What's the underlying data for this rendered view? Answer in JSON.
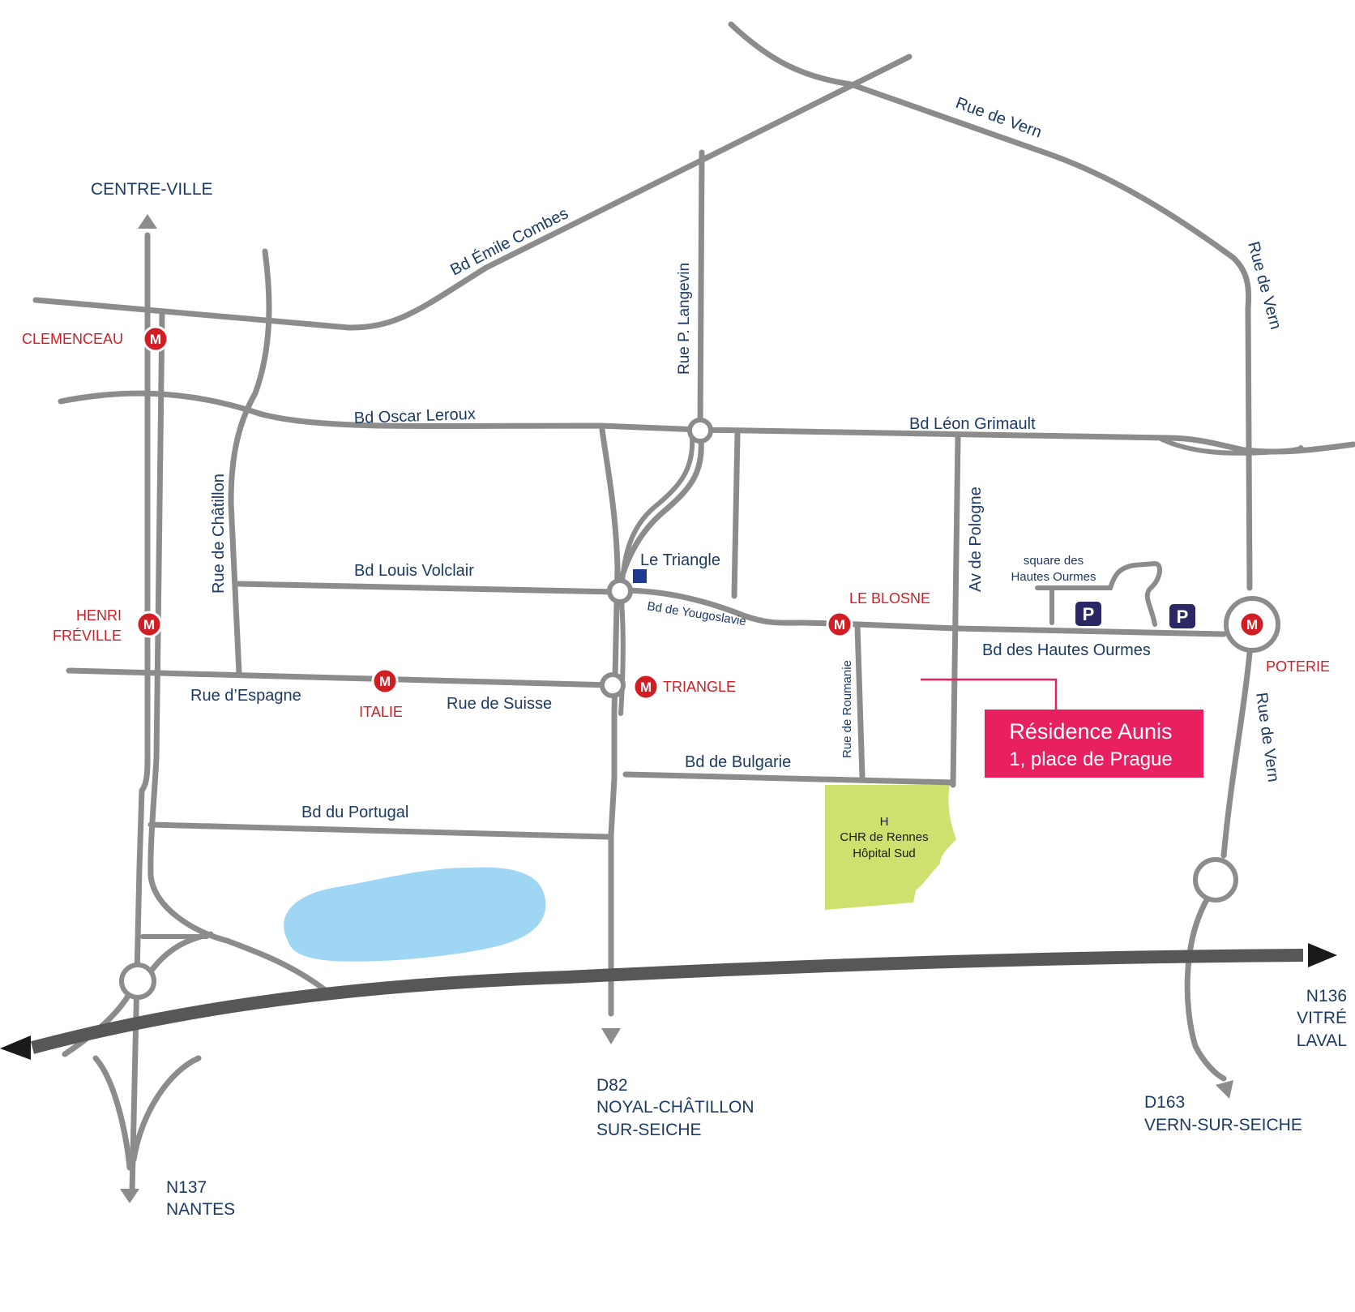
{
  "colors": {
    "road": "#8c8c8c",
    "highway": "#575757",
    "metro": "#d11e24",
    "label": "#1d3a63",
    "parking": "#2a2865",
    "residence": "#e8205f",
    "hospital": "#cfe06e",
    "lake": "#9fd6f4",
    "landmark": "#1d3a8f"
  },
  "streets": {
    "bd_emile_combes": "Bd Émile Combes",
    "rue_de_vern_top": "Rue de Vern",
    "rue_de_vern_right": "Rue de Vern",
    "rue_de_vern_lower": "Rue de Vern",
    "rue_p_langevin": "Rue P. Langevin",
    "bd_oscar_leroux": "Bd Oscar Leroux",
    "bd_leon_grimault": "Bd Léon Grimault",
    "rue_de_chatillon": "Rue de Châtillon",
    "bd_louis_volclair": "Bd Louis Volclair",
    "bd_de_yougoslavie": "Bd de Yougoslavie",
    "av_de_pologne": "Av de Pologne",
    "square_line1": "square des",
    "square_line2": "Hautes Ourmes",
    "bd_des_hautes_ourmes": "Bd des Hautes Ourmes",
    "rue_d_espagne": "Rue d’Espagne",
    "rue_de_suisse": "Rue de Suisse",
    "rue_de_roumanie": "Rue de Roumanie",
    "bd_de_bulgarie": "Bd de Bulgarie",
    "bd_du_portugal": "Bd du Portugal"
  },
  "landmarks": {
    "le_triangle": "Le Triangle"
  },
  "metro": {
    "symbol": "M",
    "clemenceau": "CLEMENCEAU",
    "henri_line1": "HENRI",
    "henri_line2": "FRÉVILLE",
    "italie": "ITALIE",
    "triangle": "TRIANGLE",
    "le_blosne": "LE BLOSNE",
    "poterie": "POTERIE"
  },
  "parking": {
    "symbol": "P"
  },
  "directions": {
    "centre_ville": "CENTRE-VILLE",
    "n137_line1": "N137",
    "n137_line2": "NANTES",
    "d82_line1": "D82",
    "d82_line2": "NOYAL-CHÂTILLON",
    "d82_line3": "SUR-SEICHE",
    "d163_line1": "D163",
    "d163_line2": "VERN-SUR-SEICHE",
    "n136_line1": "N136",
    "n136_line2": "VITRÉ",
    "n136_line3": "LAVAL"
  },
  "residence": {
    "name": "Résidence Aunis",
    "address": "1, place de Prague"
  },
  "hospital": {
    "symbol": "H",
    "line1": "CHR de Rennes",
    "line2": "Hôpital Sud"
  }
}
